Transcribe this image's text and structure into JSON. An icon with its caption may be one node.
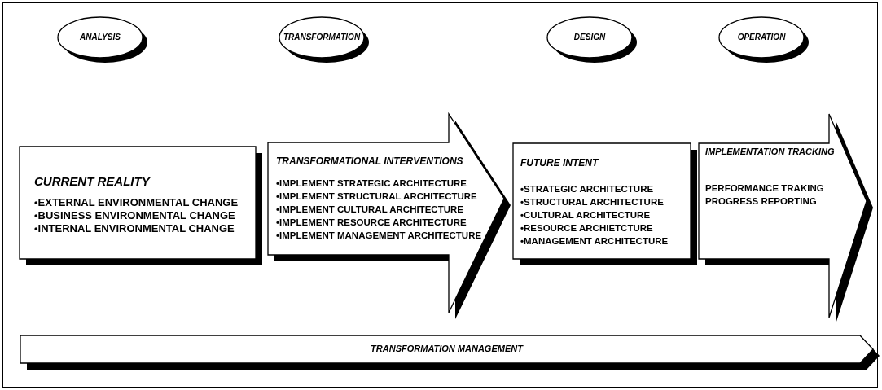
{
  "diagram": {
    "nodes": [
      {
        "text": [
          "ANALYSIS"
        ]
      },
      {
        "text": [
          "TRANSFORMATION"
        ]
      },
      {
        "text": [
          "DESIGN"
        ]
      },
      {
        "text": [
          "OPERATION"
        ]
      },
      {
        "text": [
          "CURRENT REALITY",
          "•EXTERNAL ENVIRONMENTAL CHANGE",
          "•BUSINESS ENVIRONMENTAL CHANGE",
          "•INTERNAL ENVIRONMENTAL CHANGE"
        ]
      },
      {
        "text": [
          "TRANSFORMATIONAL INTERVENTIONS",
          "•IMPLEMENT STRATEGIC ARCHITECTURE",
          "•IMPLEMENT STRUCTURAL ARCHITECTURE",
          "•IMPLEMENT CULTURAL ARCHITECTURE",
          "•IMPLEMENT RESOURCE ARCHITECTURE",
          "•IMPLEMENT MANAGEMENT ARCHITECTURE"
        ]
      },
      {
        "text": [
          "FUTURE INTENT",
          "•STRATEGIC ARCHITECTURE",
          "•STRUCTURAL ARCHITECTURE",
          "•CULTURAL ARCHITECTURE",
          "•RESOURCE ARCHIETCTURE",
          "•MANAGEMENT ARCHITECTURE"
        ]
      },
      {
        "text": [
          "IMPLEMENTATION TRACKING",
          "PERFORMANCE TRAKING",
          "PROGRESS REPORTING"
        ]
      },
      {
        "text": [
          "TRANSFORMATION MANAGEMENT"
        ]
      }
    ],
    "edges": []
  }
}
